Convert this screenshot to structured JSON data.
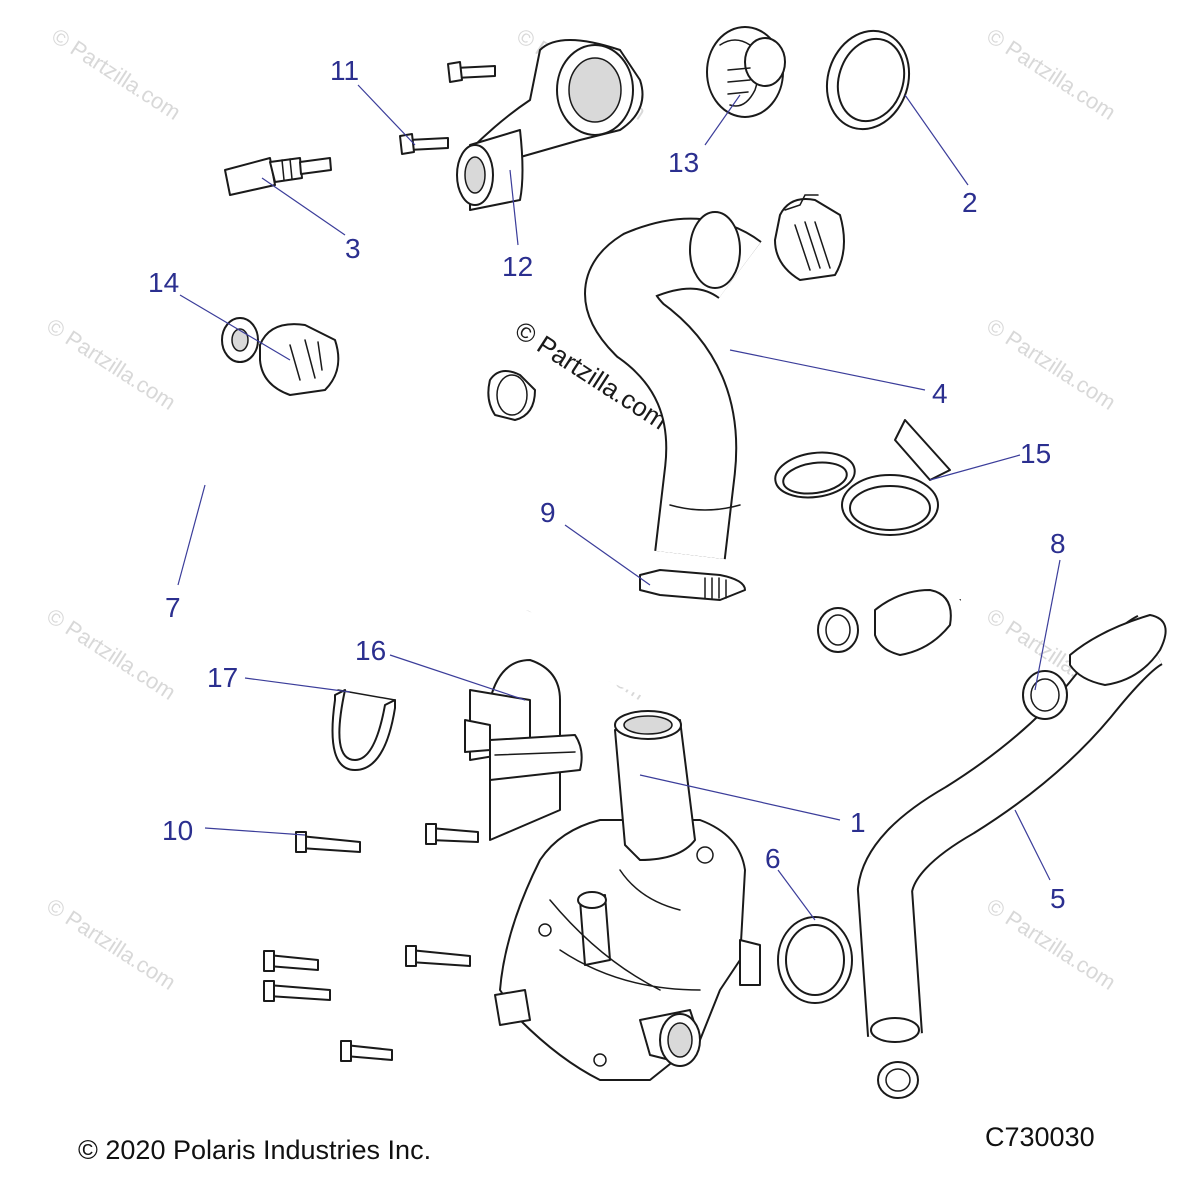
{
  "watermark_text": "© Partzilla.com",
  "callouts": [
    {
      "id": "11",
      "text": "11"
    },
    {
      "id": "12",
      "text": "12"
    },
    {
      "id": "13",
      "text": "13"
    },
    {
      "id": "2",
      "text": "2"
    },
    {
      "id": "3",
      "text": "3"
    },
    {
      "id": "14",
      "text": "14"
    },
    {
      "id": "4",
      "text": "4"
    },
    {
      "id": "15",
      "text": "15"
    },
    {
      "id": "9",
      "text": "9"
    },
    {
      "id": "7",
      "text": "7"
    },
    {
      "id": "8",
      "text": "8"
    },
    {
      "id": "16",
      "text": "16"
    },
    {
      "id": "17",
      "text": "17"
    },
    {
      "id": "1",
      "text": "1"
    },
    {
      "id": "10",
      "text": "10"
    },
    {
      "id": "6",
      "text": "6"
    },
    {
      "id": "5",
      "text": "5"
    }
  ],
  "footer": {
    "copyright": "© 2020 Polaris Industries Inc.",
    "drawing_code": "C730030"
  }
}
